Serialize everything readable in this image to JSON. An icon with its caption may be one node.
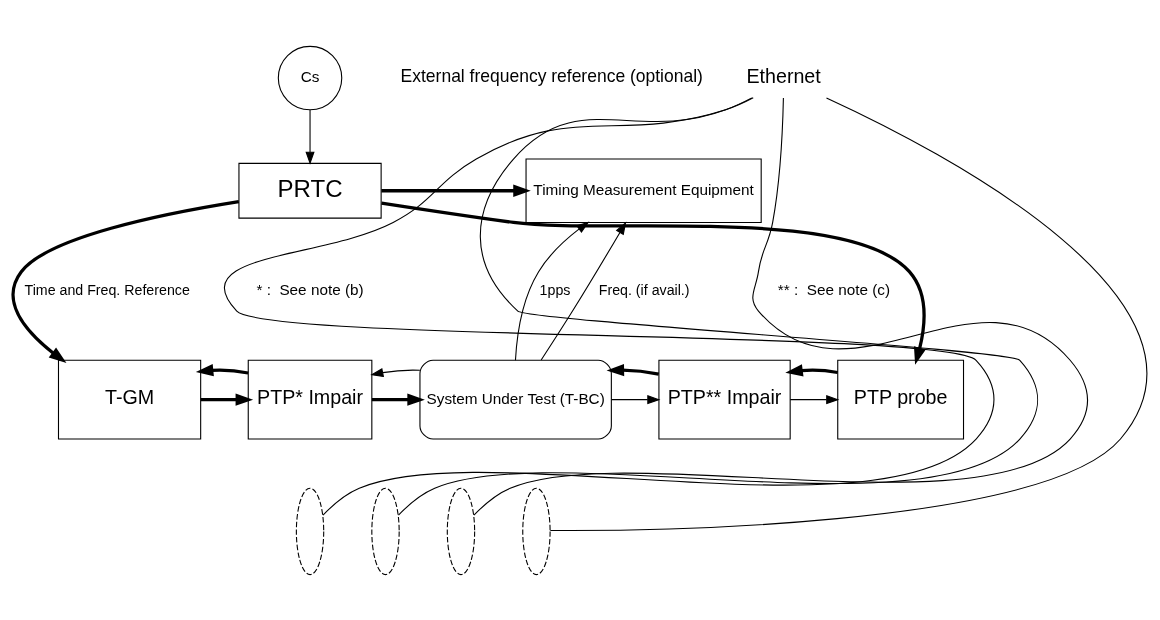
{
  "diagram": {
    "nodes": [
      {
        "text": [
          "Cs"
        ],
        "beside": [
          "External frequency reference (optional)"
        ]
      },
      {
        "text": [
          "PRTC"
        ]
      },
      {
        "text": [
          "Timing Measurement Equipment"
        ]
      },
      {
        "text": [
          "T-GM"
        ]
      },
      {
        "text": [
          "PTP* Impair"
        ]
      },
      {
        "text": [
          "System Under Test (T-BC)"
        ]
      },
      {
        "text": [
          "PTP** Impair"
        ]
      },
      {
        "text": [
          "PTP probe"
        ]
      },
      {
        "text": [],
        "shape": "ellipse"
      },
      {
        "text": [],
        "shape": "ellipse"
      },
      {
        "text": [],
        "shape": "ellipse"
      },
      {
        "text": [],
        "shape": "ellipse"
      },
      {
        "text": [
          "Ethernet"
        ]
      }
    ],
    "edges": [
      {
        "from": 0,
        "to": 1,
        "arrow": "to"
      },
      {
        "from": 1,
        "to": 3,
        "arrow": "to",
        "label": "Time and Freq. Reference",
        "style": "thick"
      },
      {
        "from": 1,
        "to": 2,
        "arrow": "to",
        "style": "thick"
      },
      {
        "from": 1,
        "to": 7,
        "arrow": "to",
        "style": "thick"
      },
      {
        "from": 5,
        "to": 2,
        "arrow": "to",
        "label": "1pps"
      },
      {
        "from": 5,
        "to": 2,
        "arrow": "to",
        "label": "Freq. (if avail.)"
      },
      {
        "from": 3,
        "to": 4,
        "arrow": "to",
        "style": "thick"
      },
      {
        "from": 4,
        "to": 3,
        "arrow": "to",
        "style": "thick"
      },
      {
        "from": 4,
        "to": 5,
        "arrow": "to",
        "style": "thick"
      },
      {
        "from": 5,
        "to": 4,
        "arrow": "to"
      },
      {
        "from": 5,
        "to": 6,
        "arrow": "to"
      },
      {
        "from": 6,
        "to": 5,
        "arrow": "to",
        "style": "thick"
      },
      {
        "from": 6,
        "to": 7,
        "arrow": "to"
      },
      {
        "from": 7,
        "to": 6,
        "arrow": "to",
        "style": "thick"
      },
      {
        "from": 12,
        "to": 8,
        "arrow": "none"
      },
      {
        "from": 12,
        "to": 9,
        "arrow": "none"
      },
      {
        "from": 12,
        "to": 10,
        "arrow": "none"
      },
      {
        "from": 12,
        "to": 11,
        "arrow": "none"
      }
    ],
    "labels": [
      "* :  See note (b)",
      "** :  See note (c)"
    ]
  }
}
